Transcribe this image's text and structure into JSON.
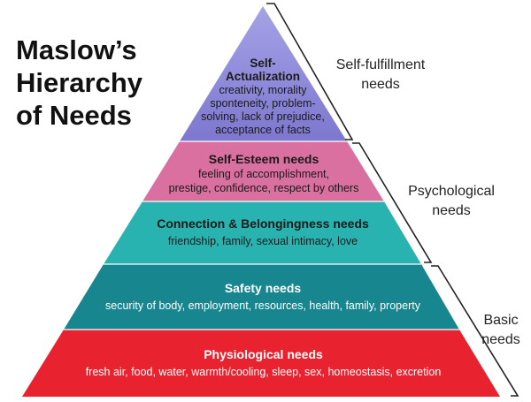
{
  "title": {
    "line1": "Maslow’s",
    "line2": "Hierarchy",
    "line3": "of Needs"
  },
  "levels": [
    {
      "id": "self-actualization",
      "title_lines": [
        "Self-",
        "Actualization"
      ],
      "desc_lines": [
        "creativity, morality",
        "sponteneity, problem-",
        "solving, lack of prejudice,",
        "acceptance of facts"
      ],
      "color": "#8c86d8"
    },
    {
      "id": "self-esteem",
      "title": "Self-Esteem needs",
      "desc_lines": [
        "feeling of accomplishment,",
        "prestige, confidence, respect by others"
      ],
      "color": "#d9709f"
    },
    {
      "id": "connection-belongingness",
      "title": "Connection & Belongingness needs",
      "desc": "friendship, family, sexual intimacy, love",
      "color": "#29b3b0"
    },
    {
      "id": "safety",
      "title": "Safety needs",
      "desc": "security of body, employment, resources, health, family, property",
      "color": "#17868e"
    },
    {
      "id": "physiological",
      "title": "Physiological needs",
      "desc": "fresh air, food, water, warmth/cooling, sleep, sex, homeostasis, excretion",
      "color": "#e8232f"
    }
  ],
  "groups": [
    {
      "id": "self-fulfillment",
      "lines": [
        "Self-fulfillment",
        "needs"
      ]
    },
    {
      "id": "psychological",
      "lines": [
        "Psychological",
        "needs"
      ]
    },
    {
      "id": "basic",
      "lines": [
        "Basic",
        "needs"
      ]
    }
  ]
}
